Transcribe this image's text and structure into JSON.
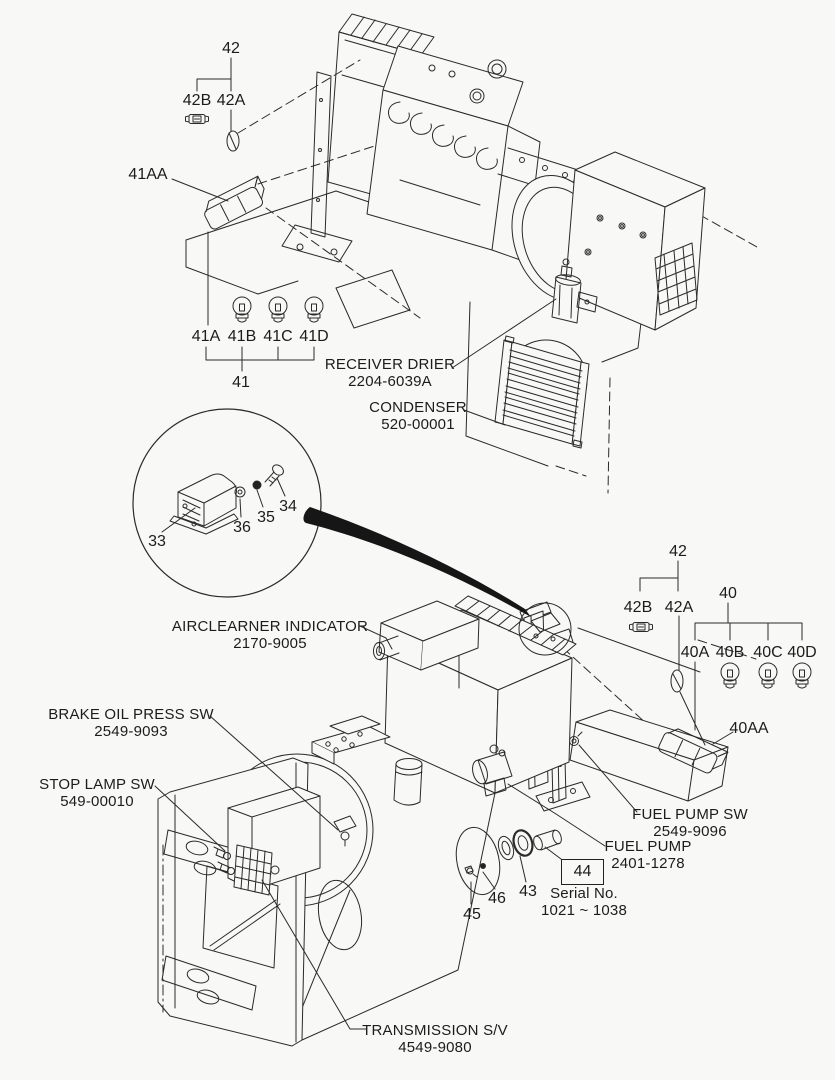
{
  "page": {
    "background": "#f8f8f6",
    "line_color": "#2a2a2a",
    "text_color": "#1c1c1c"
  },
  "icon_names": [
    "bulb-icon",
    "festoon-bulb-icon",
    "lamp-housing-icon",
    "bolt-icon",
    "nut-icon",
    "washer-icon",
    "detail-circle",
    "pointer-arrow"
  ],
  "top_assembly": {
    "callout_42": "42",
    "callout_42B": "42B",
    "callout_42A": "42A",
    "callout_41AA": "41AA",
    "bulb_calls": [
      "41A",
      "41B",
      "41C",
      "41D"
    ],
    "callout_41": "41",
    "receiver_drier": {
      "title": "RECEIVER DRIER",
      "part": "2204-6039A"
    },
    "condenser": {
      "title": "CONDENSER",
      "part": "520-00001"
    }
  },
  "inset": {
    "callout_33": "33",
    "callout_34": "34",
    "callout_35": "35",
    "callout_36": "36"
  },
  "lower_assembly": {
    "aircleaner": {
      "title": "AIRCLEARNER INDICATOR",
      "part": "2170-9005"
    },
    "brake_oil_press_sw": {
      "title": "BRAKE OIL PRESS SW",
      "part": "2549-9093"
    },
    "stop_lamp_sw": {
      "title": "STOP LAMP SW",
      "part": "549-00010"
    },
    "fuel_pump_sw": {
      "title": "FUEL PUMP SW",
      "part": "2549-9096"
    },
    "fuel_pump": {
      "title": "FUEL PUMP",
      "part": "2401-1278"
    },
    "transmission_sv": {
      "title": "TRANSMISSION S/V",
      "part": "4549-9080"
    },
    "serial": {
      "label": "Serial No.",
      "range": "1021 ~ 1038"
    },
    "callout_42": "42",
    "callout_42B": "42B",
    "callout_42A": "42A",
    "callout_40": "40",
    "bulb_calls": [
      "40A",
      "40B",
      "40C",
      "40D"
    ],
    "callout_40AA": "40AA",
    "callout_43": "43",
    "callout_44": "44",
    "callout_45": "45",
    "callout_46": "46"
  }
}
